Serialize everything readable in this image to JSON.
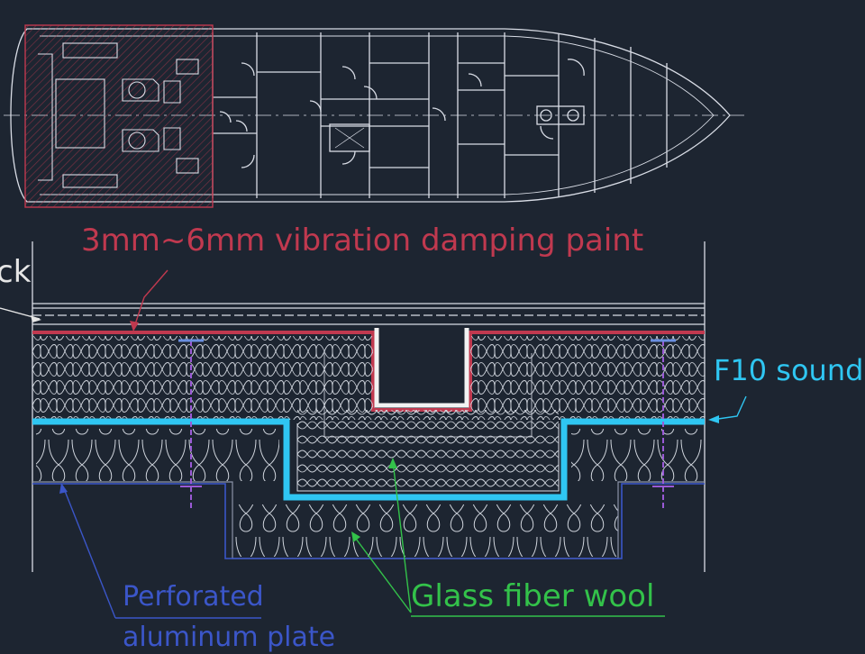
{
  "labels": {
    "damping_paint": "3mm~6mm vibration damping paint",
    "deck_partial": "ck",
    "f10_partial": "F10 sound",
    "glass_wool": "Glass fiber wool",
    "perforated_line1": "Perforated",
    "perforated_line2": "aluminum plate"
  },
  "colors": {
    "background": "#1d2531",
    "linework": "#d9dde6",
    "damping_paint": "#c0394f",
    "f10_board": "#2fc6f2",
    "glass_wool": "#33c24a",
    "perforated_plate": "#3b56c9",
    "bolt": "#9a5ad6"
  }
}
